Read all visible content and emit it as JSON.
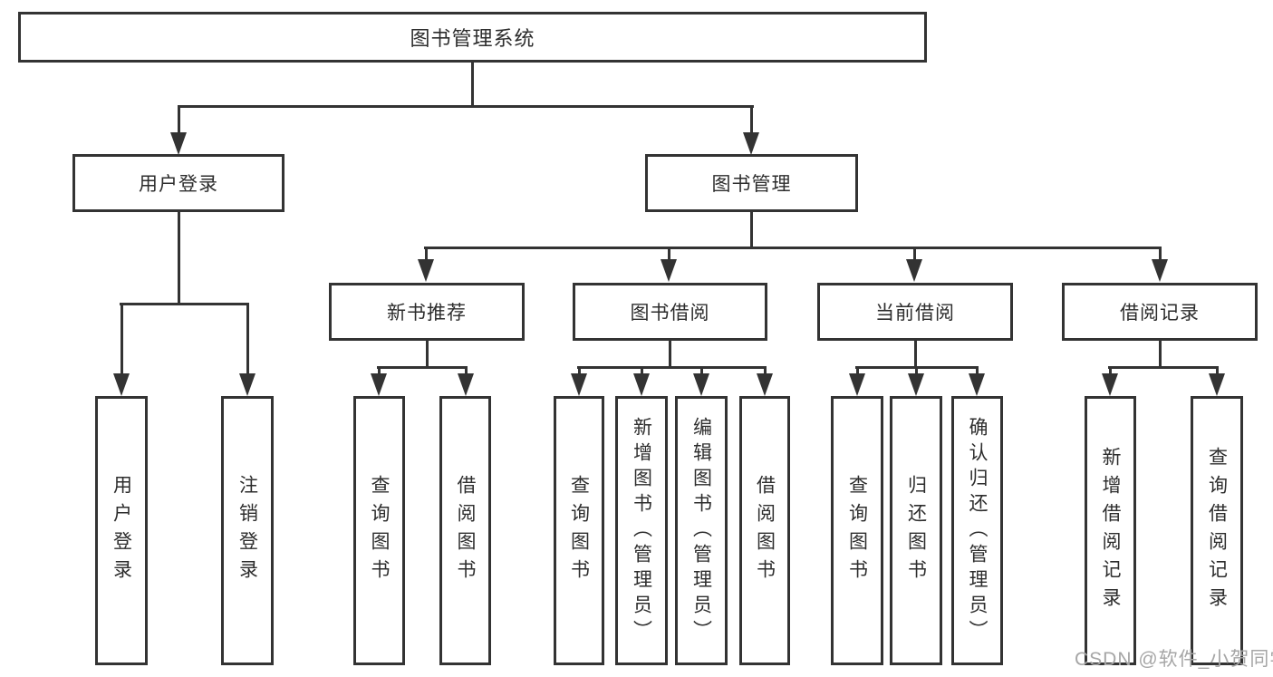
{
  "tree": {
    "root": {
      "label": "图书管理系统"
    },
    "branches": [
      {
        "label": "用户登录",
        "children": [
          {
            "label": "用户登录"
          },
          {
            "label": "注销登录"
          }
        ]
      },
      {
        "label": "图书管理",
        "children": [
          {
            "label": "新书推荐",
            "children": [
              {
                "label": "查询图书"
              },
              {
                "label": "借阅图书"
              }
            ]
          },
          {
            "label": "图书借阅",
            "children": [
              {
                "label": "查询图书"
              },
              {
                "label": "新增图书（管理员）"
              },
              {
                "label": "编辑图书（管理员）"
              },
              {
                "label": "借阅图书"
              }
            ]
          },
          {
            "label": "当前借阅",
            "children": [
              {
                "label": "查询图书"
              },
              {
                "label": "归还图书"
              },
              {
                "label": "确认归还（管理员）"
              }
            ]
          },
          {
            "label": "借阅记录",
            "children": [
              {
                "label": "新增借阅记录"
              },
              {
                "label": "查询借阅记录"
              }
            ]
          }
        ]
      }
    ]
  },
  "watermark": {
    "text": "CSDN @软件_小贺同学"
  },
  "colors": {
    "line": "#333333",
    "text": "#2d2d2d",
    "wm": "#a6a6a6",
    "bg": "#ffffff"
  }
}
